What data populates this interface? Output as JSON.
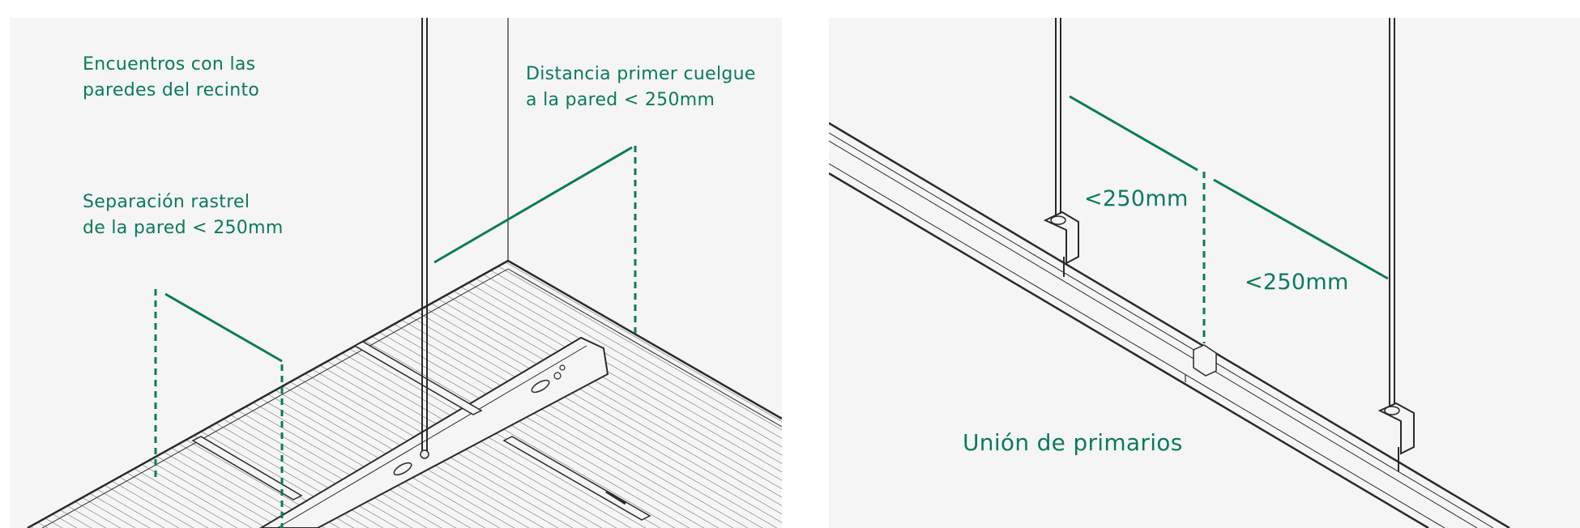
{
  "colors": {
    "accent": "#0a7a5c",
    "line": "#2a2a2a",
    "background": "#f5f5f5"
  },
  "left_panel": {
    "label_encuentros": "Encuentros con las\nparedes del recinto",
    "label_distancia": "Distancia primer cuelgue\na la pared < 250mm",
    "label_separacion": "Separación rastrel\nde la pared < 250mm"
  },
  "right_panel": {
    "label_dim_1": "<250mm",
    "label_dim_2": "<250mm",
    "label_union": "Unión de primarios"
  }
}
